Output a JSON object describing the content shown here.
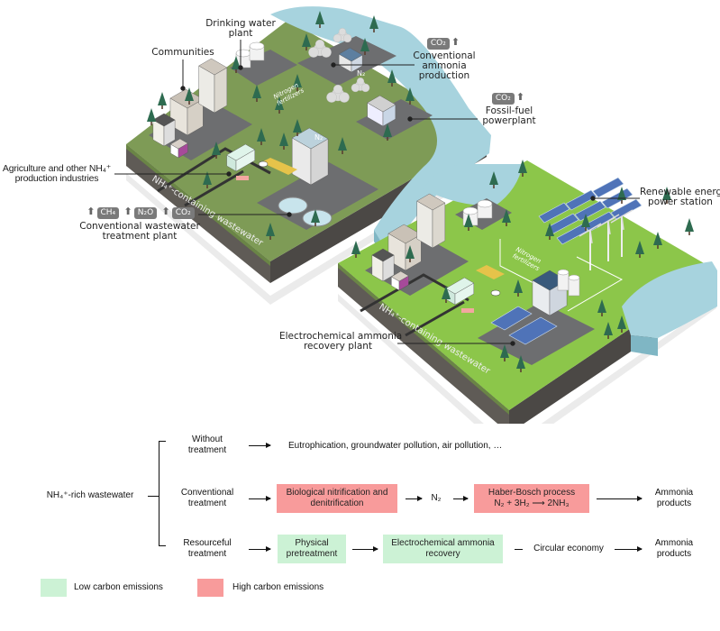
{
  "illustration": {
    "labels": {
      "drinking_water_plant": [
        "Drinking water",
        "plant"
      ],
      "communities": "Communities",
      "conventional_ammonia": [
        "Conventional",
        "ammonia",
        "production"
      ],
      "fossil_fuel": [
        "Fossil-fuel",
        "powerplant"
      ],
      "agriculture": [
        "Agriculture and other NH₄⁺",
        "production industries"
      ],
      "conventional_wwtp": [
        "Conventional wastewater",
        "treatment plant"
      ],
      "renewable": [
        "Renewable energy",
        "power station"
      ],
      "electrochemical_plant": [
        "Electrochemical ammonia",
        "recovery plant"
      ],
      "wastewater_ground": "NH₄⁺-containing wastewater",
      "nitrogen_fertilizers": [
        "Nitrogen",
        "fertilizers"
      ],
      "n2": "N₂"
    },
    "badges": {
      "co2": "CO₂",
      "ch4": "CH₄",
      "n2o": "N₂O"
    },
    "colors": {
      "grass_conventional": "#7e9b56",
      "grass_renewable": "#8cc64a",
      "water": "#a7d3de",
      "soil": "#5f5b56",
      "tree": "#2e6b50"
    }
  },
  "flowchart": {
    "source": "NH₄⁺-rich wastewater",
    "rows": [
      {
        "label": [
          "Without",
          "treatment"
        ],
        "outcome": "Eutrophication, groundwater pollution, air pollution, …"
      },
      {
        "label": [
          "Conventional",
          "treatment"
        ],
        "step1": [
          "Biological nitrification and",
          "denitrification"
        ],
        "intermediate": "N₂",
        "step2": [
          "Haber-Bosch process",
          "N₂ + 3H₂ ⟶ 2NH₃"
        ],
        "product": [
          "Ammonia",
          "products"
        ]
      },
      {
        "label": [
          "Resourceful",
          "treatment"
        ],
        "step1": [
          "Physical",
          "pretreatment"
        ],
        "step2": [
          "Electrochemical ammonia",
          "recovery"
        ],
        "intermediate": "Circular economy",
        "product": [
          "Ammonia",
          "products"
        ]
      }
    ],
    "legend": [
      {
        "label": "Low carbon emissions",
        "color": "#ccf2d5"
      },
      {
        "label": "High carbon emissions",
        "color": "#f89b9b"
      }
    ]
  }
}
